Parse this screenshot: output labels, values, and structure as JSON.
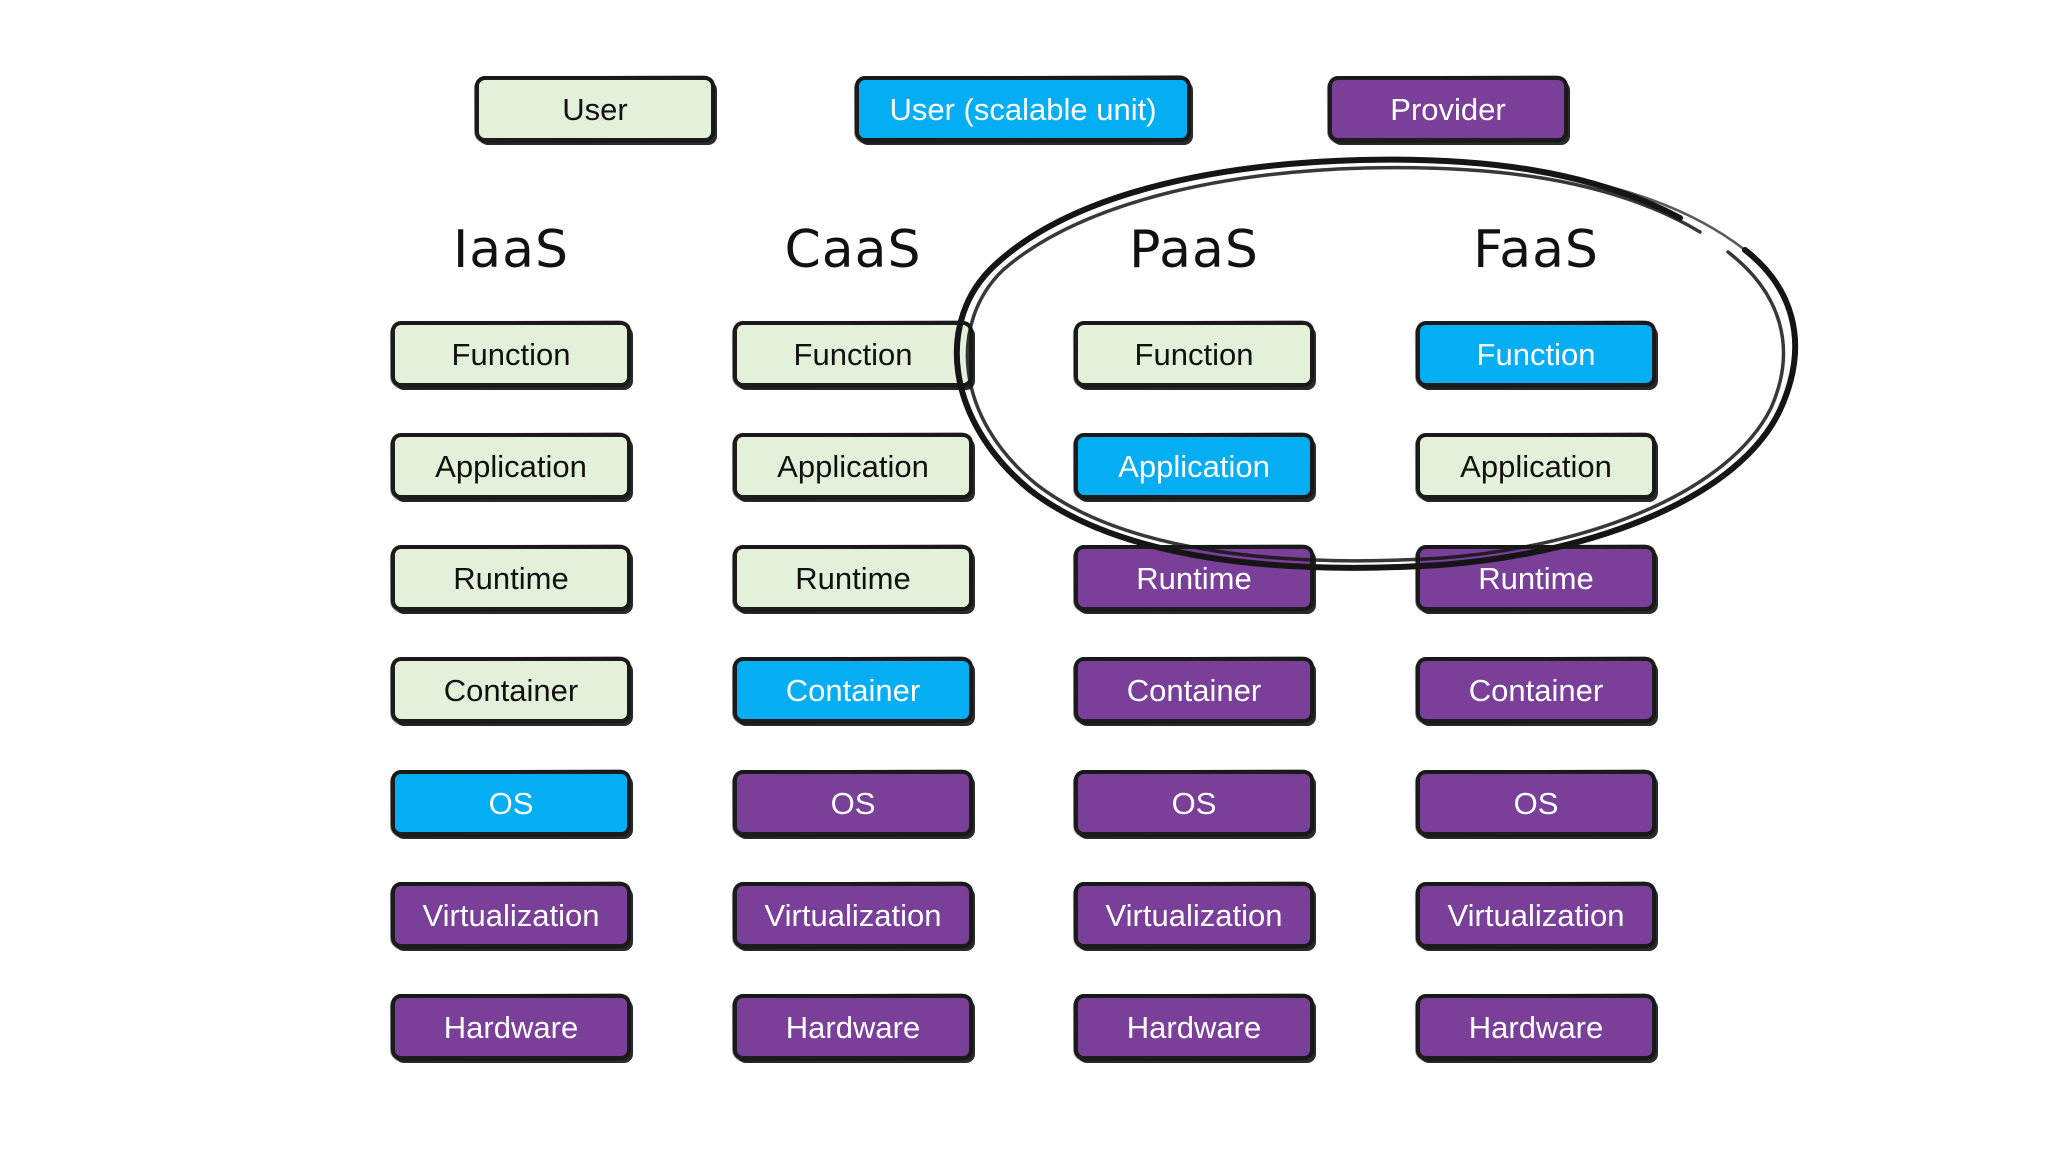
{
  "legend": [
    {
      "label": "User",
      "kind": "user"
    },
    {
      "label": "User (scalable unit)",
      "kind": "scalable"
    },
    {
      "label": "Provider",
      "kind": "provider"
    }
  ],
  "columns": [
    {
      "title": "IaaS",
      "layers": [
        {
          "label": "Function",
          "kind": "user"
        },
        {
          "label": "Application",
          "kind": "user"
        },
        {
          "label": "Runtime",
          "kind": "user"
        },
        {
          "label": "Container",
          "kind": "user"
        },
        {
          "label": "OS",
          "kind": "scalable"
        },
        {
          "label": "Virtualization",
          "kind": "provider"
        },
        {
          "label": "Hardware",
          "kind": "provider"
        }
      ]
    },
    {
      "title": "CaaS",
      "layers": [
        {
          "label": "Function",
          "kind": "user"
        },
        {
          "label": "Application",
          "kind": "user"
        },
        {
          "label": "Runtime",
          "kind": "user"
        },
        {
          "label": "Container",
          "kind": "scalable"
        },
        {
          "label": "OS",
          "kind": "provider"
        },
        {
          "label": "Virtualization",
          "kind": "provider"
        },
        {
          "label": "Hardware",
          "kind": "provider"
        }
      ]
    },
    {
      "title": "PaaS",
      "layers": [
        {
          "label": "Function",
          "kind": "user"
        },
        {
          "label": "Application",
          "kind": "scalable"
        },
        {
          "label": "Runtime",
          "kind": "provider"
        },
        {
          "label": "Container",
          "kind": "provider"
        },
        {
          "label": "OS",
          "kind": "provider"
        },
        {
          "label": "Virtualization",
          "kind": "provider"
        },
        {
          "label": "Hardware",
          "kind": "provider"
        }
      ]
    },
    {
      "title": "FaaS",
      "layers": [
        {
          "label": "Function",
          "kind": "scalable"
        },
        {
          "label": "Application",
          "kind": "user"
        },
        {
          "label": "Runtime",
          "kind": "provider"
        },
        {
          "label": "Container",
          "kind": "provider"
        },
        {
          "label": "OS",
          "kind": "provider"
        },
        {
          "label": "Virtualization",
          "kind": "provider"
        },
        {
          "label": "Hardware",
          "kind": "provider"
        }
      ]
    }
  ],
  "colors": {
    "user": "#e3f0da",
    "scalable": "#05aef2",
    "provider": "#7a3f98",
    "outline": "#1c1c1c"
  }
}
